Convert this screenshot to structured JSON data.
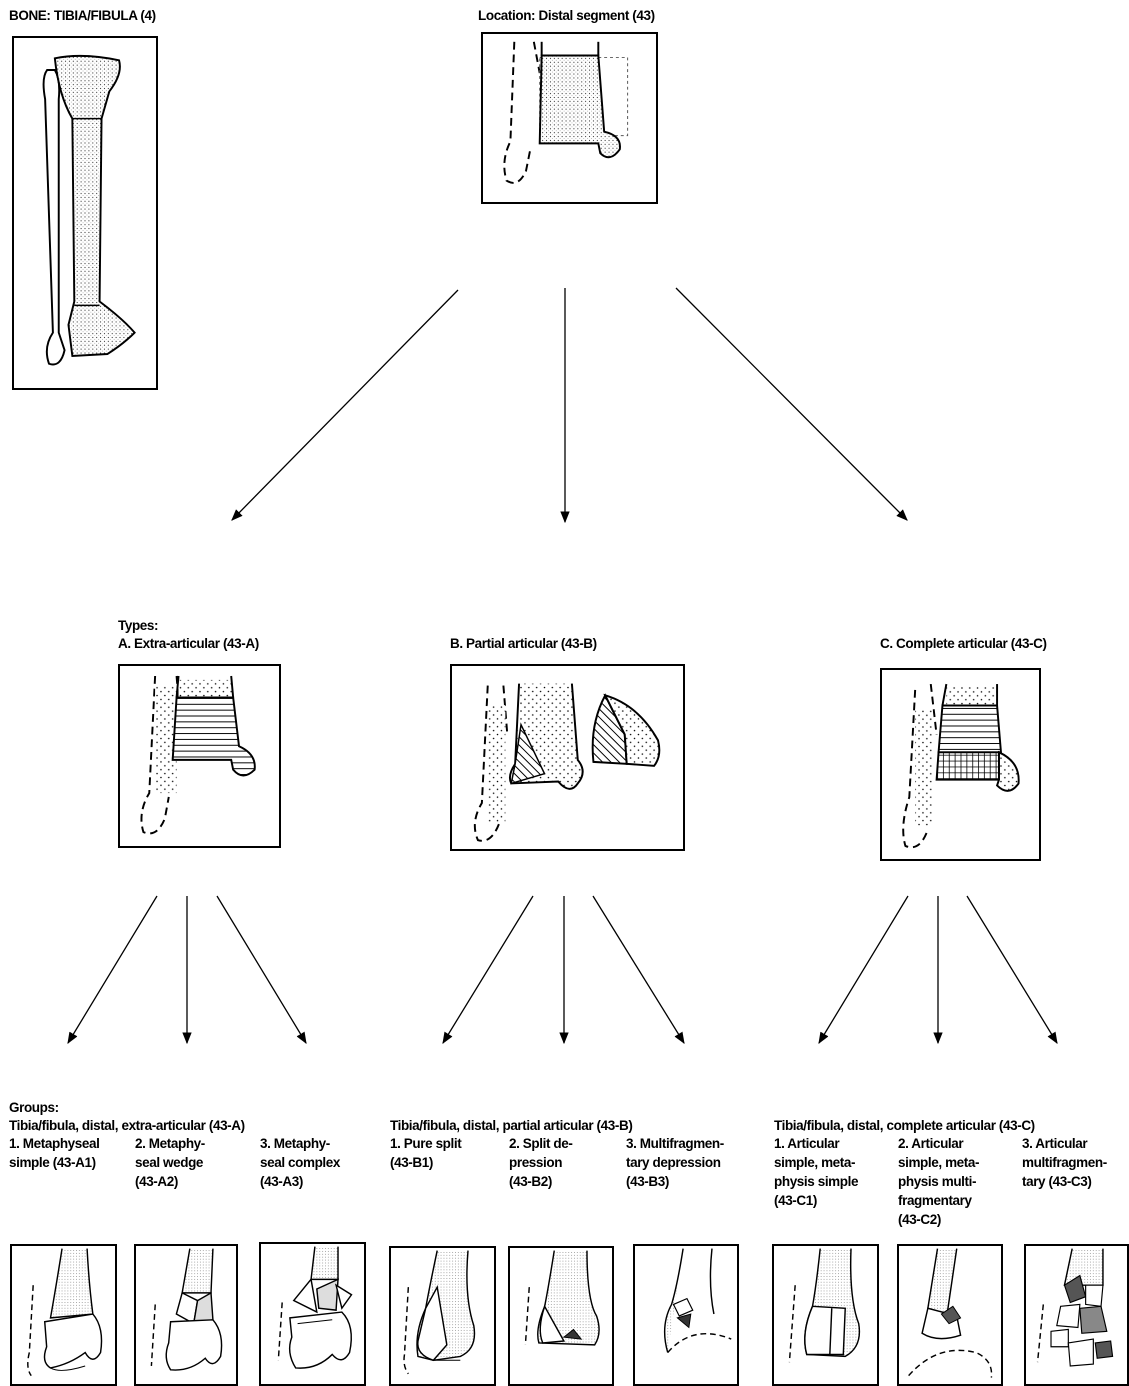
{
  "bone_label": "BONE: TIBIA/FIBULA (4)",
  "location_label": "Location: Distal segment (43)",
  "types": {
    "heading": "Types:",
    "a": "A. Extra-articular (43-A)",
    "b": "B. Partial articular (43-B)",
    "c": "C. Complete articular (43-C)"
  },
  "groups": {
    "heading": "Groups:",
    "a_title": "Tibia/fibula, distal, extra-articular (43-A)",
    "b_title": "Tibia/fibula, distal, partial articular (43-B)",
    "c_title": "Tibia/fibula, distal, complete articular (43-C)",
    "a1": [
      "1. Metaphyseal",
      "simple (43-A1)"
    ],
    "a2": [
      "2. Metaphy-",
      "seal wedge",
      "(43-A2)"
    ],
    "a3": [
      "3. Metaphy-",
      "seal complex",
      "(43-A3)"
    ],
    "b1": [
      "1. Pure split",
      "(43-B1)"
    ],
    "b2": [
      "2. Split de-",
      "pression",
      "(43-B2)"
    ],
    "b3": [
      "3. Multifragmen-",
      "tary depression",
      "(43-B3)"
    ],
    "c1": [
      "1. Articular",
      "simple, meta-",
      "physis simple",
      "(43-C1)"
    ],
    "c2": [
      "2. Articular",
      "simple, meta-",
      "physis multi-",
      "fragmentary",
      "(43-C2)"
    ],
    "c3": [
      "3. Articular",
      "multifragmen-",
      "tary (43-C3)"
    ]
  }
}
